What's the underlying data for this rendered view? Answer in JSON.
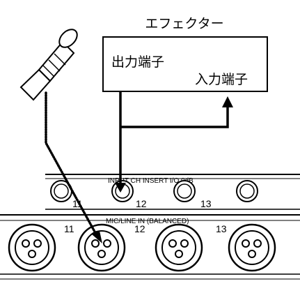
{
  "effector": {
    "title": "エフェクター",
    "output_label": "出力端子",
    "input_label": "入力端子"
  },
  "insert_panel": {
    "label": "INPUT CH INSERT I/O 0dB",
    "channels": [
      "11",
      "12",
      "13"
    ]
  },
  "micline_panel": {
    "label": "MIC/LINE IN (BALANCED)",
    "channels": [
      "11",
      "12",
      "13"
    ]
  }
}
